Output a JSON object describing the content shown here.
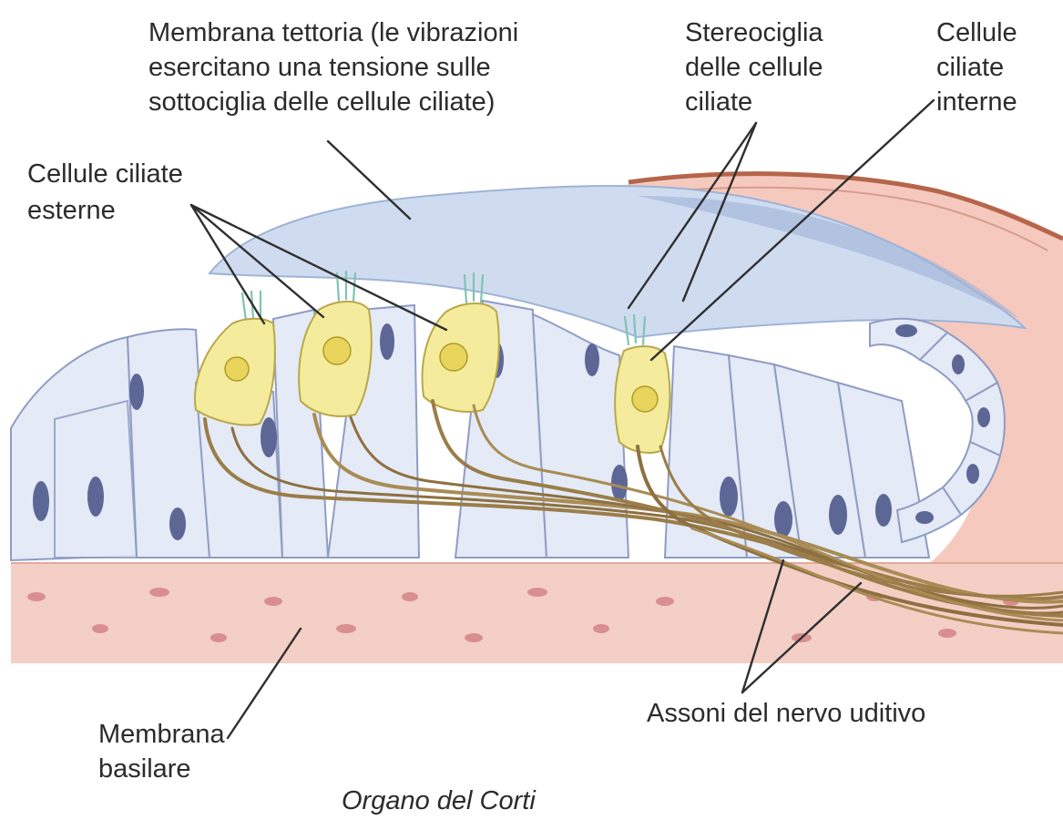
{
  "diagram": {
    "caption": "Organo del Corti",
    "labels": {
      "tectorial_membrane": [
        "Membrana tettoria (le vibrazioni",
        "esercitano una tensione sulle",
        "sottociglia delle cellule ciliate)"
      ],
      "stereocilia": [
        "Stereociglia",
        "delle cellule",
        "ciliate"
      ],
      "inner_hair_cells": [
        "Cellule",
        "ciliate",
        "interne"
      ],
      "outer_hair_cells": [
        "Cellule ciliate",
        "esterne"
      ],
      "basilar_membrane": [
        "Membrana",
        "basilare"
      ],
      "auditory_nerve_axons": [
        "Assoni del nervo uditivo"
      ]
    },
    "colors": {
      "text": "#2b2b2b",
      "tectorial_membrane": "#cfdcf0",
      "supporting_cells": "#e4eaf6",
      "hair_cells": "#f4ec9c",
      "nerve_fibers": "#9a7d48",
      "basilar_membrane": "#f3cfc6",
      "spiral_limbus": "#f6c9bf"
    }
  }
}
